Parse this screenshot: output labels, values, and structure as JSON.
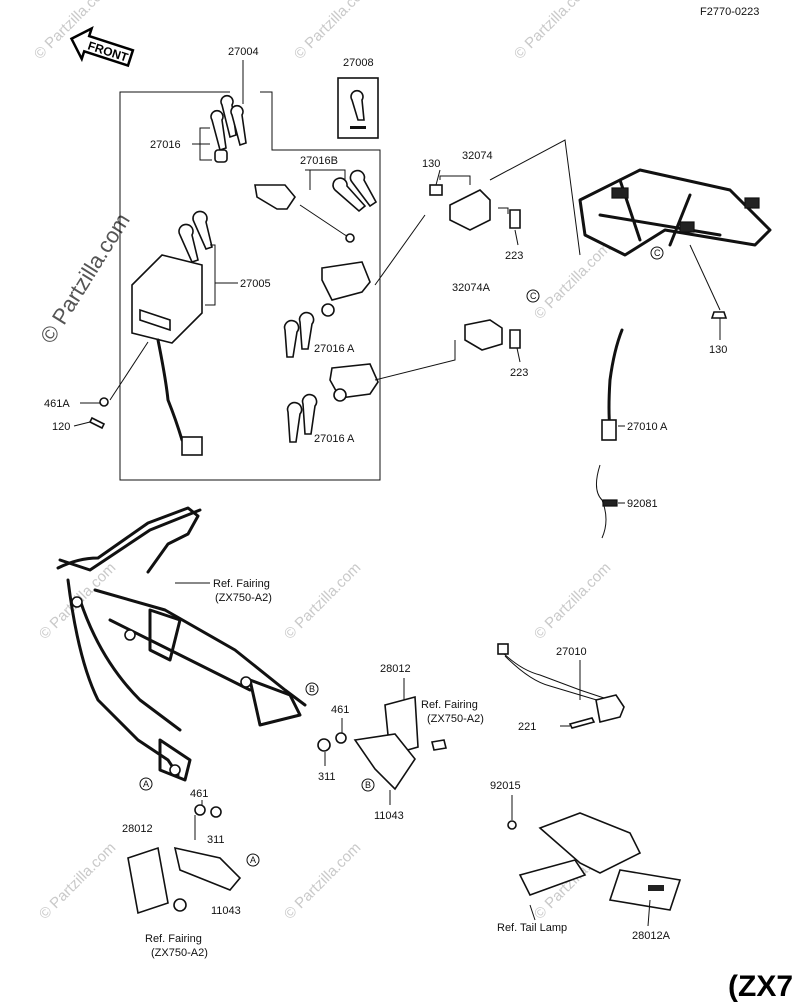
{
  "diagram_code": "F2770-0223",
  "front_arrow": "FRONT",
  "model_corner": "(ZX7",
  "watermark_main": "© Partzilla.com",
  "watermark_faint": "© Partzilla.com",
  "circle_markers": {
    "a": "A",
    "b": "B",
    "c": "C"
  },
  "labels": {
    "p27004": "27004",
    "p27008": "27008",
    "p27016": "27016",
    "p27016b": "27016B",
    "p27005": "27005",
    "p27016a_1": "27016 A",
    "p27016a_2": "27016 A",
    "p461a": "461A",
    "p120": "120",
    "p130_top": "130",
    "p32074": "32074",
    "p223_top": "223",
    "p32074a": "32074A",
    "p223_mid": "223",
    "p130_right": "130",
    "p27010a": "27010 A",
    "p92081": "92081",
    "ref_fairing_1a": "Ref. Fairing",
    "ref_fairing_1b": "(ZX750-A2)",
    "p28012_mid": "28012",
    "ref_fairing_2a": "Ref. Fairing",
    "ref_fairing_2b": "(ZX750-A2)",
    "p461_mid": "461",
    "p311_mid": "311",
    "p11043_mid": "11043",
    "p27010": "27010",
    "p221": "221",
    "p461_low": "461",
    "p311_low": "311",
    "p28012_low": "28012",
    "p11043_low": "11043",
    "ref_fairing_3a": "Ref. Fairing",
    "ref_fairing_3b": "(ZX750-A2)",
    "p92015": "92015",
    "ref_tail_lamp": "Ref. Tail Lamp",
    "p28012a": "28012A"
  }
}
